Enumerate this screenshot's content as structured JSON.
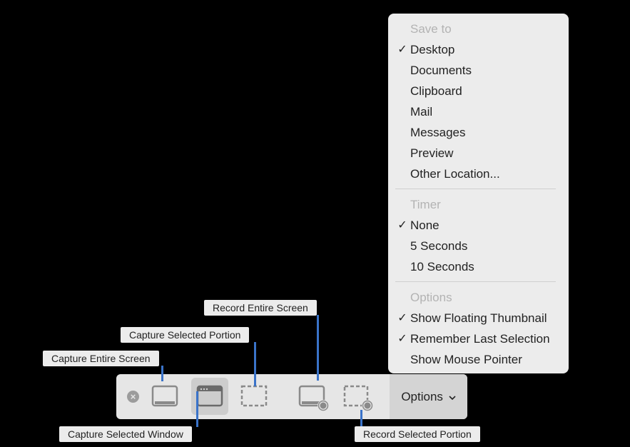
{
  "menu": {
    "save_header": "Save to",
    "save_items": [
      {
        "label": "Desktop",
        "checked": true
      },
      {
        "label": "Documents",
        "checked": false
      },
      {
        "label": "Clipboard",
        "checked": false
      },
      {
        "label": "Mail",
        "checked": false
      },
      {
        "label": "Messages",
        "checked": false
      },
      {
        "label": "Preview",
        "checked": false
      },
      {
        "label": "Other Location...",
        "checked": false
      }
    ],
    "timer_header": "Timer",
    "timer_items": [
      {
        "label": "None",
        "checked": true
      },
      {
        "label": "5 Seconds",
        "checked": false
      },
      {
        "label": "10 Seconds",
        "checked": false
      }
    ],
    "options_header": "Options",
    "options_items": [
      {
        "label": "Show Floating Thumbnail",
        "checked": true
      },
      {
        "label": "Remember Last Selection",
        "checked": true
      },
      {
        "label": "Show Mouse Pointer",
        "checked": false
      }
    ],
    "check_glyph": "✓"
  },
  "toolbar": {
    "options_label": "Options",
    "close_glyph": "×",
    "active_tool": "capture-selected-window"
  },
  "callouts": {
    "record_entire_screen": "Record Entire Screen",
    "capture_selected_portion": "Capture Selected Portion",
    "capture_entire_screen": "Capture Entire Screen",
    "capture_selected_window": "Capture Selected Window",
    "record_selected_portion": "Record Selected Portion"
  },
  "colors": {
    "accent": "#3a73c9",
    "menu_bg": "#ececec",
    "toolbar_bg": "#e6e6e6",
    "header_text": "#b3b3b3"
  }
}
